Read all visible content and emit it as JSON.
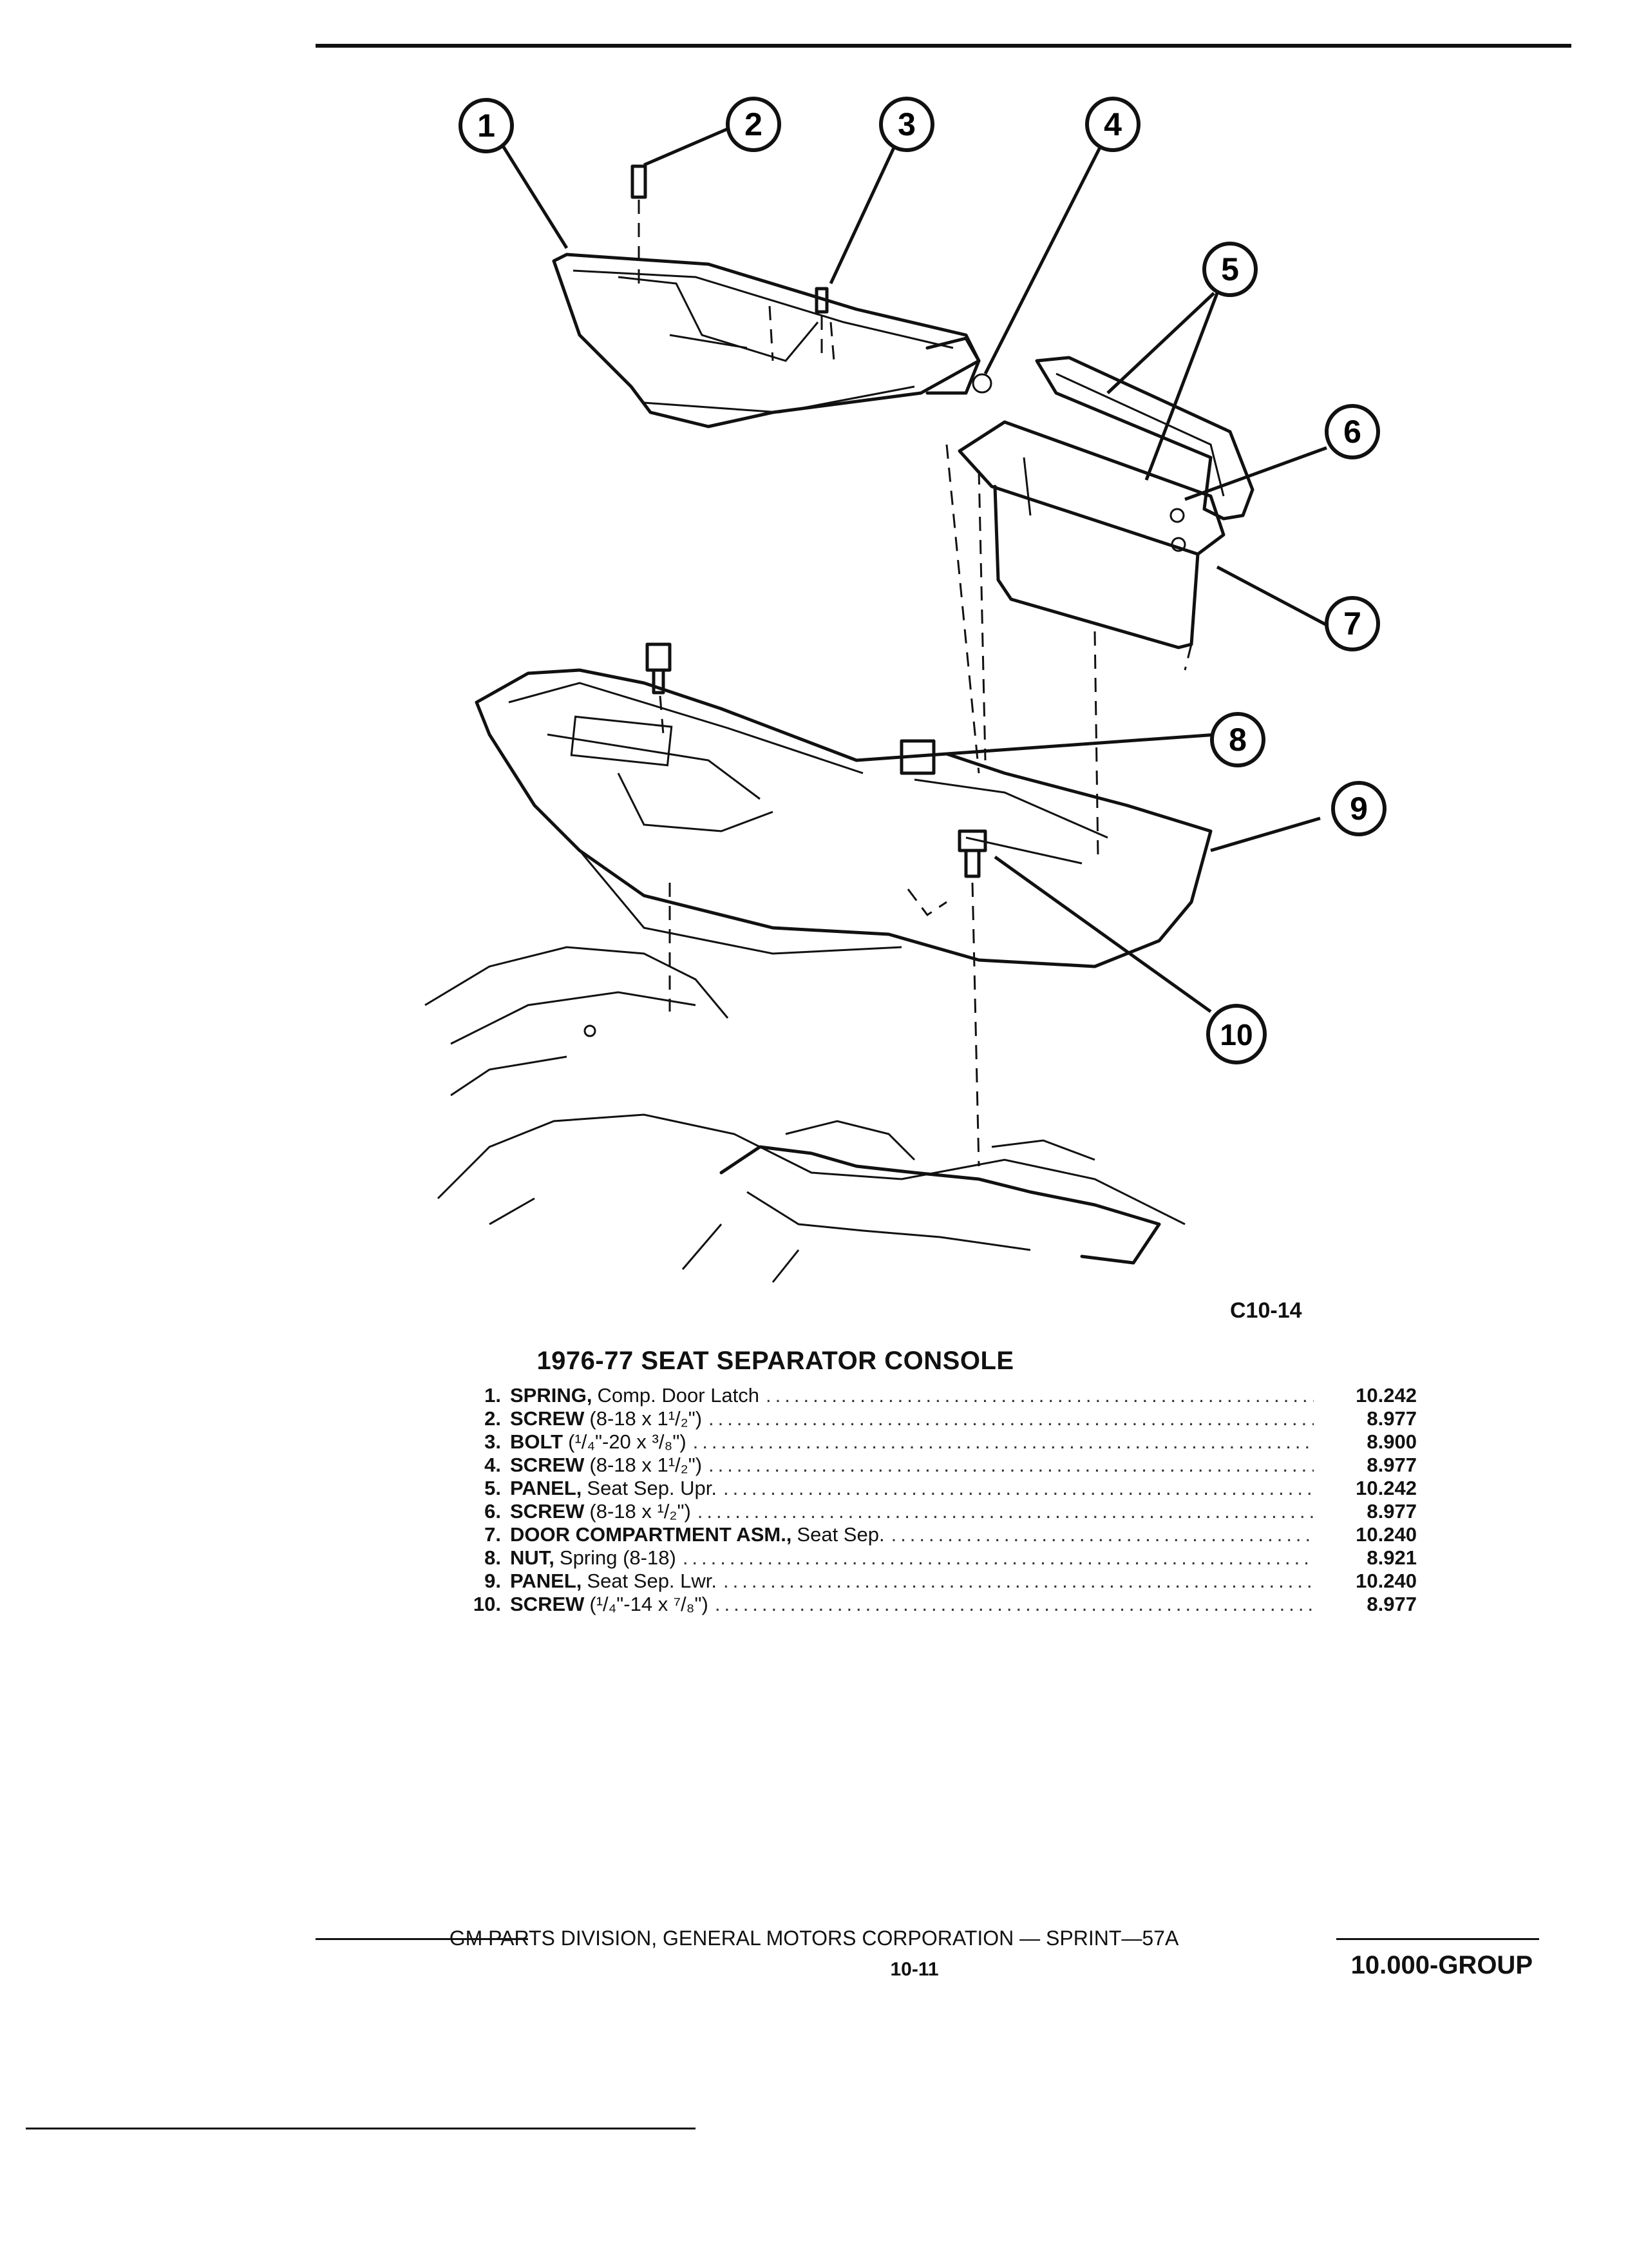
{
  "figure_code": "C10-14",
  "title": "1976-77 SEAT SEPARATOR CONSOLE",
  "callouts": [
    "1",
    "2",
    "3",
    "4",
    "5",
    "6",
    "7",
    "8",
    "9",
    "10"
  ],
  "parts": [
    {
      "num": "1.",
      "name": "SPRING,",
      "desc": "Comp. Door Latch",
      "group": "10.242"
    },
    {
      "num": "2.",
      "name": "SCREW",
      "desc": "(8-18 x 1¹/₂\")",
      "group": "8.977"
    },
    {
      "num": "3.",
      "name": "BOLT",
      "desc": "(¹/₄\"-20 x ³/₈\")",
      "group": "8.900"
    },
    {
      "num": "4.",
      "name": "SCREW",
      "desc": "(8-18 x 1¹/₂\")",
      "group": "8.977"
    },
    {
      "num": "5.",
      "name": "PANEL,",
      "desc": "Seat Sep. Upr.",
      "group": "10.242"
    },
    {
      "num": "6.",
      "name": "SCREW",
      "desc": "(8-18 x ¹/₂\")",
      "group": "8.977"
    },
    {
      "num": "7.",
      "name": "DOOR COMPARTMENT ASM.,",
      "desc": "Seat Sep.",
      "group": "10.240"
    },
    {
      "num": "8.",
      "name": "NUT,",
      "desc": "Spring (8-18)",
      "group": "8.921"
    },
    {
      "num": "9.",
      "name": "PANEL,",
      "desc": "Seat Sep. Lwr.",
      "group": "10.240"
    },
    {
      "num": "10.",
      "name": "SCREW",
      "desc": "(¹/₄\"-14 x ⁷/₈\")",
      "group": "8.977"
    }
  ],
  "footer": {
    "text": "GM PARTS DIVISION, GENERAL MOTORS CORPORATION — SPRINT—57A",
    "page": "10-11",
    "group": "10.000-GROUP"
  }
}
